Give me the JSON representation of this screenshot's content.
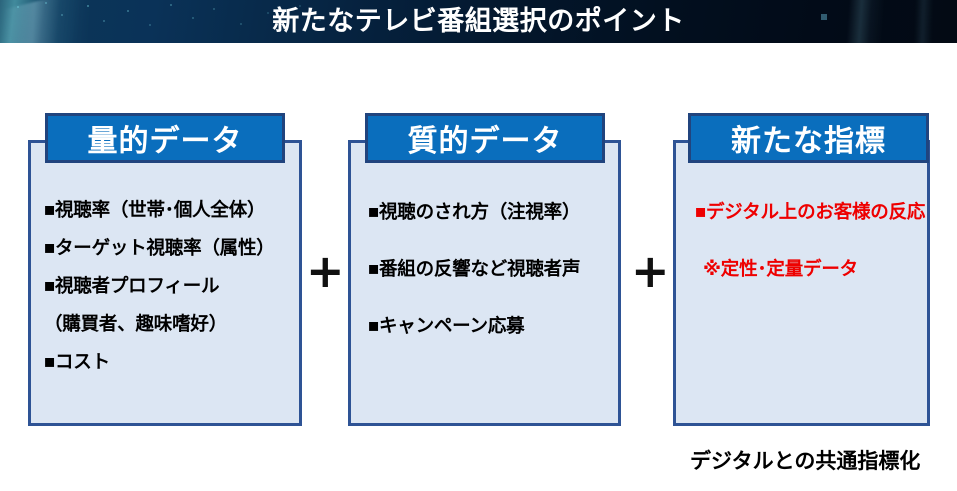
{
  "banner": {
    "title": "新たなテレビ番組選択のポイント",
    "bg_dark": "#03162b",
    "accent_teal": "#6ed7dc",
    "text_color": "#ffffff"
  },
  "colors": {
    "header_blue": "#0a6ebd",
    "header_border": "#21447e",
    "body_fill": "#dce6f3",
    "body_border": "#2e5395",
    "highlight_red": "#ee0000",
    "text_black": "#000000"
  },
  "boxes": [
    {
      "header": "量的データ",
      "items": [
        "■視聴率（世帯･個人全体）",
        "■ターゲット視聴率（属性）",
        "■視聴者プロフィール",
        "（購買者、趣味嗜好）",
        "■コスト"
      ]
    },
    {
      "header": "質的データ",
      "items": [
        "■視聴のされ方（注視率）",
        "■番組の反響など視聴者声",
        "■キャンペーン応募"
      ]
    },
    {
      "header": "新たな指標",
      "items": [
        "■デジタル上のお客様の反応",
        "※定性･定量データ"
      ]
    }
  ],
  "operators": {
    "plus1": "+",
    "plus2": "+"
  },
  "caption": {
    "text": "デジタルとの共通指標化"
  }
}
